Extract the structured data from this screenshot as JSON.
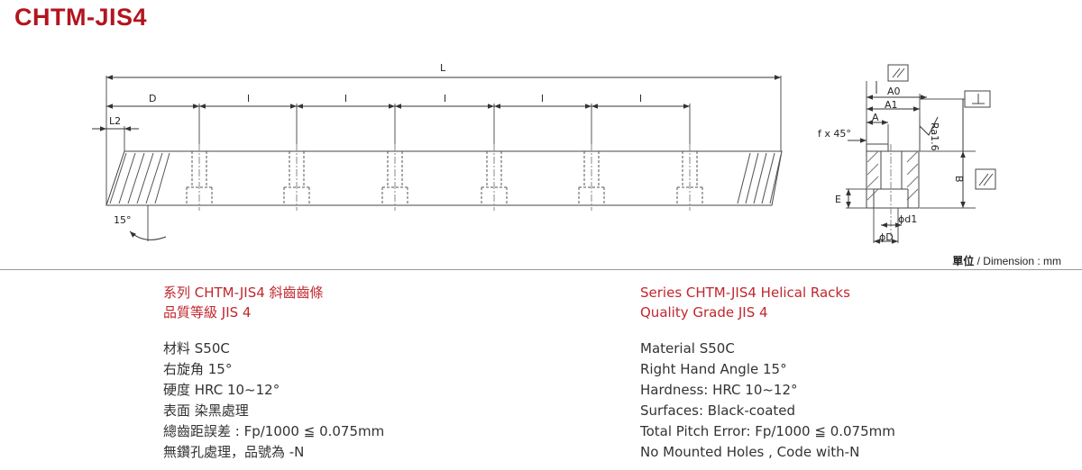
{
  "title": "CHTM-JIS4",
  "unit_note": {
    "zh": "單位",
    "en": "/ Dimension : mm"
  },
  "drawing": {
    "length": "L",
    "d": "D",
    "pitch": "l",
    "l2": "L2",
    "angle": "15°",
    "a0": "A0",
    "a1": "A1",
    "a": "A",
    "chamfer": "f x 45°",
    "ra": "Ra1.6",
    "b": "B",
    "e": "E",
    "d1": "ϕd1",
    "dd": "ϕD"
  },
  "zh": {
    "series": "系列 CHTM-JIS4 斜齒齒條",
    "grade": "品質等級 JIS 4",
    "specs": [
      "材料 S50C",
      "右旋角 15°",
      "硬度 HRC 10~12°",
      "表面 染黑處理",
      "總齒距誤差 : Fp/1000 ≦ 0.075mm",
      "無鑽孔處理，品號為 -N"
    ]
  },
  "en": {
    "series": "Series CHTM-JIS4 Helical Racks",
    "grade": "Quality Grade JIS 4",
    "specs": [
      "Material S50C",
      "Right Hand Angle 15°",
      "Hardness: HRC 10~12°",
      "Surfaces: Black-coated",
      "Total Pitch Error: Fp/1000 ≦ 0.075mm",
      "No Mounted Holes , Code with-N"
    ]
  }
}
